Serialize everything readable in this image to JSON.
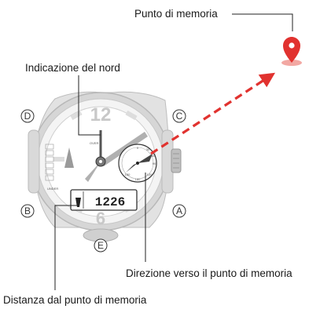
{
  "labels": {
    "memory_point": "Punto di memoria",
    "north_indication": "Indicazione del nord",
    "direction_to_memory": "Direzione verso il punto di memoria",
    "distance_from_memory": "Distanza dal punto di memoria"
  },
  "watch": {
    "buttons": {
      "top_left": "D",
      "top_right": "C",
      "bottom_left": "B",
      "bottom_right": "A",
      "bottom_center": "E"
    },
    "hour_12": "12",
    "hour_6": "6",
    "lcd_value": "1226",
    "subdial_ticks": [
      "0",
      "30",
      "60",
      "90",
      "120",
      "150",
      "180"
    ]
  },
  "colors": {
    "accent_red": "#e1322f",
    "line": "#222222",
    "watch_gray": "#cfcfcf"
  },
  "icons": {
    "memory_point": "map-pin-icon"
  }
}
